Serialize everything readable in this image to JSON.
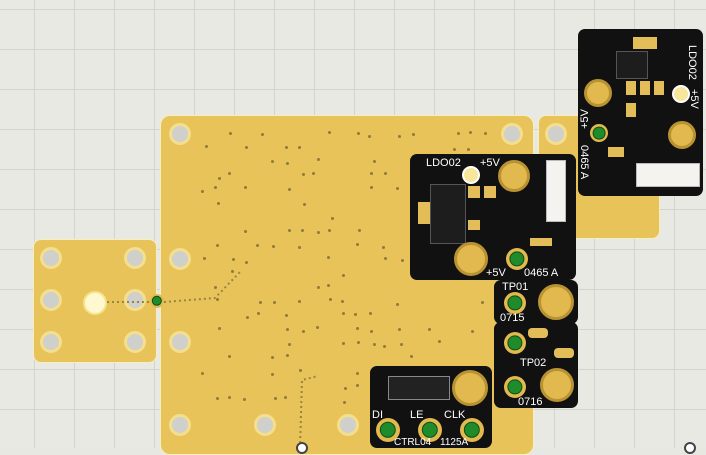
{
  "colors": {
    "board": "#e7c35a",
    "module": "#111111",
    "testpoint": "#1f8b2a"
  },
  "modules": {
    "ldo_top": {
      "ref": "LDO02",
      "v_left": "+5V",
      "v_right": "+5V",
      "part": "0465 A"
    },
    "ldo_mid": {
      "ref": "LDO02",
      "v_top": "+5V",
      "v_bottom": "+5V",
      "part": "0465 A"
    },
    "tp01": {
      "ref": "TP01",
      "part": "0715"
    },
    "tp02": {
      "ref": "TP02",
      "part": "0716"
    },
    "ctrl": {
      "pin1": "DI",
      "pin2": "LE",
      "pin3": "CLK",
      "ref": "CTRL04",
      "part": "1125A"
    }
  },
  "icons": {
    "cursor": "circle-cursor-icon"
  }
}
